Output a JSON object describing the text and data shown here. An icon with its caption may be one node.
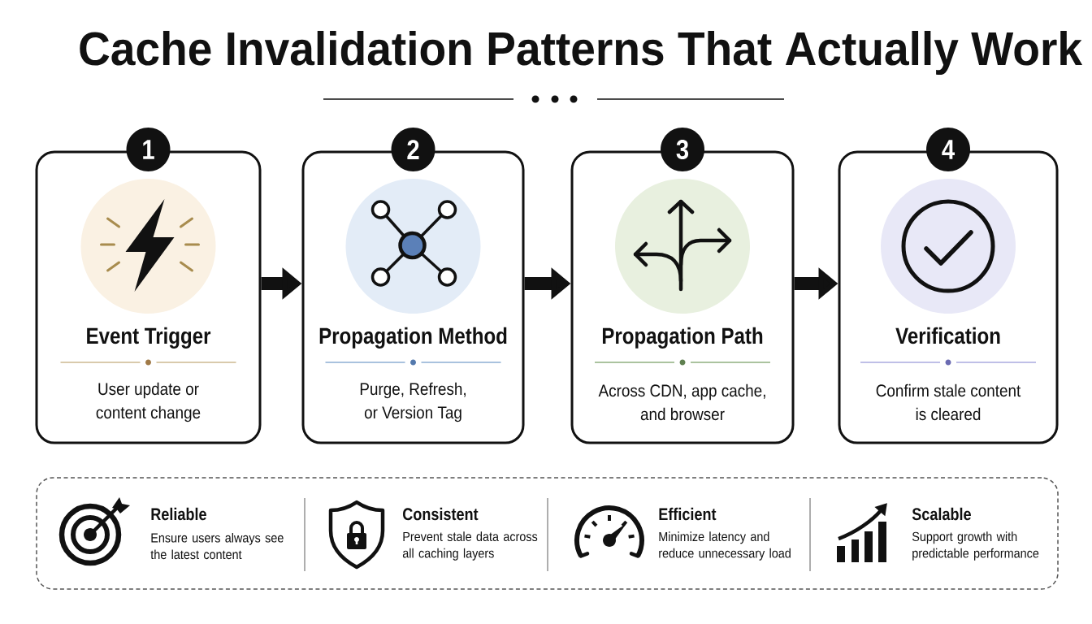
{
  "diagram": {
    "title": "Cache Invalidation Patterns That Actually Work",
    "nodes": [
      {
        "text": [
          "1",
          "Event Trigger",
          "User update or content change"
        ]
      },
      {
        "text": [
          "2",
          "Propagation Method",
          "Purge, Refresh, or Version Tag"
        ]
      },
      {
        "text": [
          "3",
          "Propagation Path",
          "Across CDN, app cache, and browser"
        ]
      },
      {
        "text": [
          "4",
          "Verification",
          "Confirm stale content is cleared"
        ]
      },
      {
        "text": [
          "Reliable",
          "Ensure users always see the latest content",
          "Consistent",
          "Prevent stale data across all caching layers",
          "Efficient",
          "Minimize latency and reduce unnecessary load",
          "Scalable",
          "Support growth with predictable performance"
        ]
      }
    ],
    "edges": [
      {
        "from": 0,
        "to": 1,
        "arrow": "to"
      },
      {
        "from": 1,
        "to": 2,
        "arrow": "to"
      },
      {
        "from": 2,
        "to": 3,
        "arrow": "to"
      }
    ]
  }
}
